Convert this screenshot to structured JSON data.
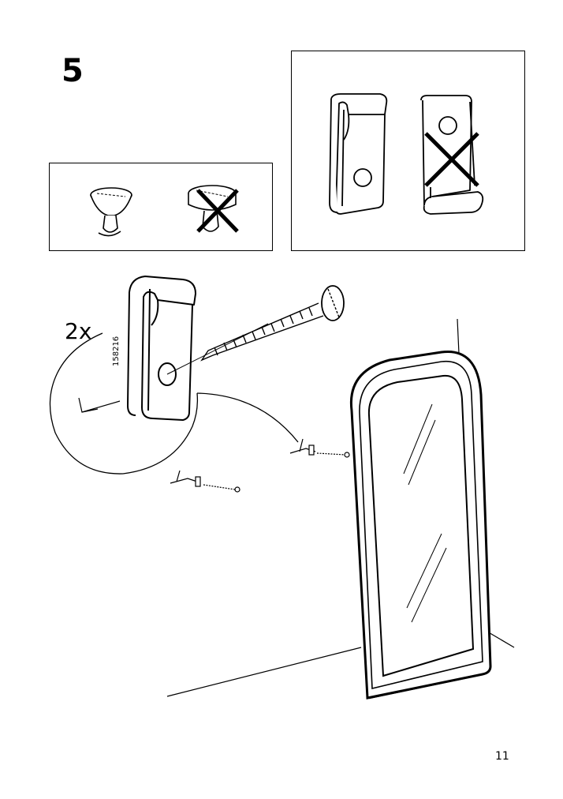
{
  "step": {
    "number": "5"
  },
  "callout": {
    "quantity": "2x",
    "part_number": "158216"
  },
  "page": {
    "number": "11"
  },
  "icons": {
    "correct_screw": "countersunk-screw-icon",
    "wrong_screw": "pan-head-screw-crossed-icon",
    "correct_clip": "mirror-clip-icon",
    "wrong_clip": "mirror-clip-inverted-crossed-icon",
    "mirror": "arched-mirror-icon"
  }
}
